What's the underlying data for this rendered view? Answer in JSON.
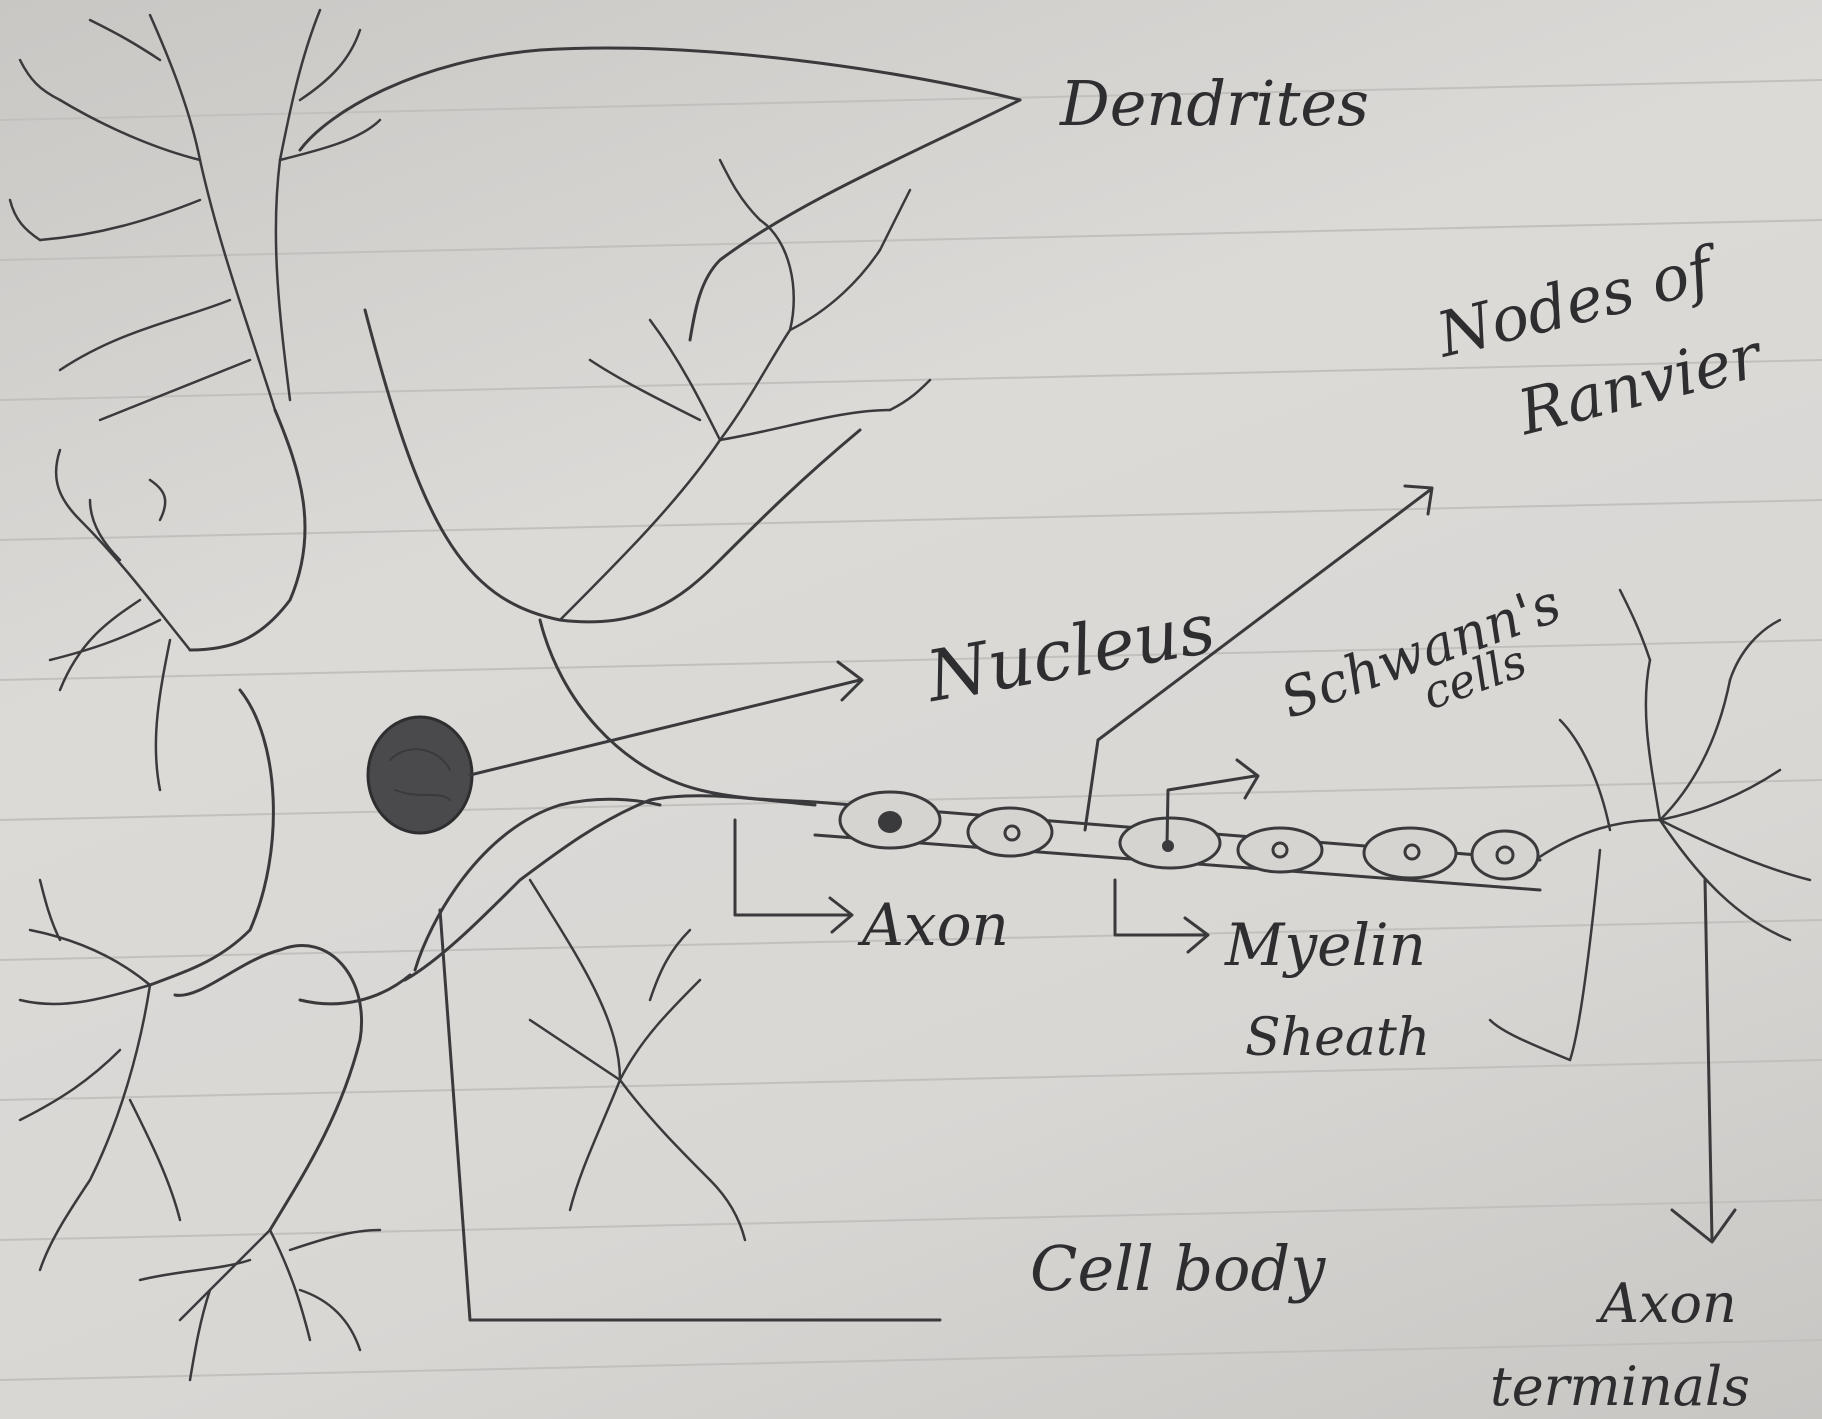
{
  "labels": {
    "dendrites": "Dendrites",
    "nodes_of_ranvier_line1": "Nodes of",
    "nodes_of_ranvier_line2": "Ranvier",
    "nucleus": "Nucleus",
    "schwanns_line1": "Schwann's",
    "schwanns_line2": "cells",
    "axon": "Axon",
    "myelin_line1": "Myelin",
    "myelin_line2": "Sheath",
    "cell_body": "Cell body",
    "axon_terminals_line1": "Axon",
    "axon_terminals_line2": "terminals"
  },
  "colors": {
    "paper": "#d9d7d4",
    "pencil": "#3a3a3c",
    "nucleus_fill": "#4a4a4c"
  }
}
